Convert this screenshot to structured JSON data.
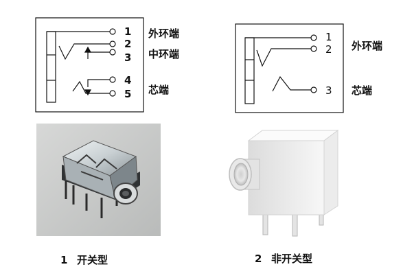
{
  "diagram1": {
    "pins": [
      "1",
      "2",
      "3",
      "4",
      "5"
    ],
    "terms": {
      "outer": "外环端",
      "middle": "中环端",
      "tip": "芯端"
    }
  },
  "diagram2": {
    "pins": [
      "1",
      "2",
      "3"
    ],
    "terms": {
      "outer": "外环端",
      "tip": "芯端"
    }
  },
  "captions": {
    "left_num": "1",
    "left_text": "开关型",
    "right_num": "2",
    "right_text": "非开关型"
  },
  "colors": {
    "line": "#111111",
    "photo_bg_left": "#c4c6c5",
    "jack_body": "#f2f2f2"
  }
}
